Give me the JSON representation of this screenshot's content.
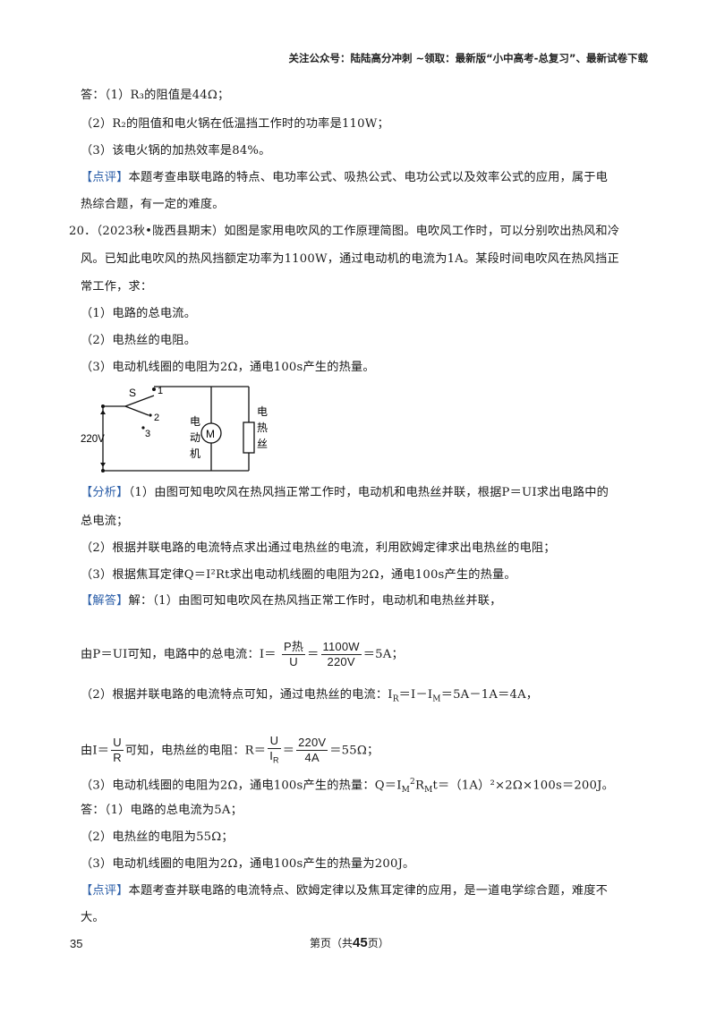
{
  "header": {
    "note": "关注公众号：陆陆高分冲刺  ~领取：最新版“小中高考-总复习”、最新试卷下载"
  },
  "prev": {
    "ans_label": "答：",
    "ans1": "（1）R₃的阻值是44Ω；",
    "ans2": "（2）R₂的阻值和电火锅在低温挡工作时的功率是110W；",
    "ans3": "（3）该电火锅的加热效率是84%。",
    "review_tag": "【点评】",
    "review_a": "本题考查串联电路的特点、电功率公式、吸热公式、电功公式以及效率公式的应用，属于电",
    "review_b": "热综合题，有一定的难度。"
  },
  "question": {
    "number": "20．",
    "line1": "（2023秋•陇西县期末）如图是家用电吹风的工作原理简图。电吹风工作时，可以分别吹出热风和冷",
    "line2": "风。已知此电吹风的热风挡额定功率为1100W，通过电动机的电流为1A。某段时间电吹风在热风挡正",
    "line3": "常工作，求：",
    "sub1": "（1）电路的总电流。",
    "sub2": "（2）电热丝的电阻。",
    "sub3": "（3）电动机线圈的电阻为2Ω，通电100s产生的热量。"
  },
  "circuit": {
    "switch": "S",
    "pos1": "1",
    "pos2": "2",
    "pos3": "3",
    "voltage": "220V",
    "motor": "M",
    "motor_label": [
      "电",
      "动",
      "机"
    ],
    "heater_label": [
      "电",
      "热",
      "丝"
    ]
  },
  "analysis": {
    "tag": "【分析】",
    "a1": "（1）由图可知电吹风在热风挡正常工作时，电动机和电热丝并联，根据P＝UI求出电路中的",
    "a1b": "总电流；",
    "a2": "（2）根据并联电路的电流特点求出通过电热丝的电流，利用欧姆定律求出电热丝的电阻；",
    "a3": "（3）根据焦耳定律Q＝I²Rt求出电动机线圈的电阻为2Ω，通电100s产生的热量。"
  },
  "solution": {
    "tag": "【解答】",
    "s0": "解：（1）由图可知电吹风在热风挡正常工作时，电动机和电热丝并联，",
    "s1_prefix": "由P＝UI可知，电路中的总电流：I＝",
    "s1_frac1_num": "P热",
    "s1_frac1_den": "U",
    "s1_frac2_num": "1100W",
    "s1_frac2_den": "220V",
    "s1_result": "＝5A；",
    "s2": "（2）根据并联电路的电流特点可知，通过电热丝的电流：I",
    "s2_sub": "R",
    "s2_rest": "＝I－I",
    "s2_sub2": "M",
    "s2_end": "＝5A－1A＝4A，",
    "s3_prefix": "由I＝",
    "s3_frac_num": "U",
    "s3_frac_den": "R",
    "s3_mid": "可知，电热丝的电阻：R＝",
    "s3_frac2_num": "U",
    "s3_frac2_den": "I",
    "s3_frac2_den_sub": "R",
    "s3_frac3_num": "220V",
    "s3_frac3_den": "4A",
    "s3_result": "＝55Ω；",
    "s4": "（3）电动机线圈的电阻为2Ω，通电100s产生的热量：Q＝I",
    "s4_sub": "M",
    "s4_sup": "2",
    "s4_r": "R",
    "s4_rsub": "M",
    "s4_end": "t＝（1A）²×2Ω×100s＝200J。"
  },
  "answer": {
    "label": "答：",
    "a1": "（1）电路的总电流为5A；",
    "a2": "（2）电热丝的电阻为55Ω；",
    "a3": "（3）电动机线圈的电阻为2Ω，通电100s产生的热量为200J。"
  },
  "review": {
    "tag": "【点评】",
    "r1": "本题考查并联电路的电流特点、欧姆定律以及焦耳定律的应用，是一道电学综合题，难度不",
    "r2": "大。"
  },
  "footer": {
    "page_number": "35",
    "center_prefix": "第页（共",
    "center_total": "45",
    "center_suffix": "页）"
  },
  "colors": {
    "tag": "#2b5ea8"
  }
}
